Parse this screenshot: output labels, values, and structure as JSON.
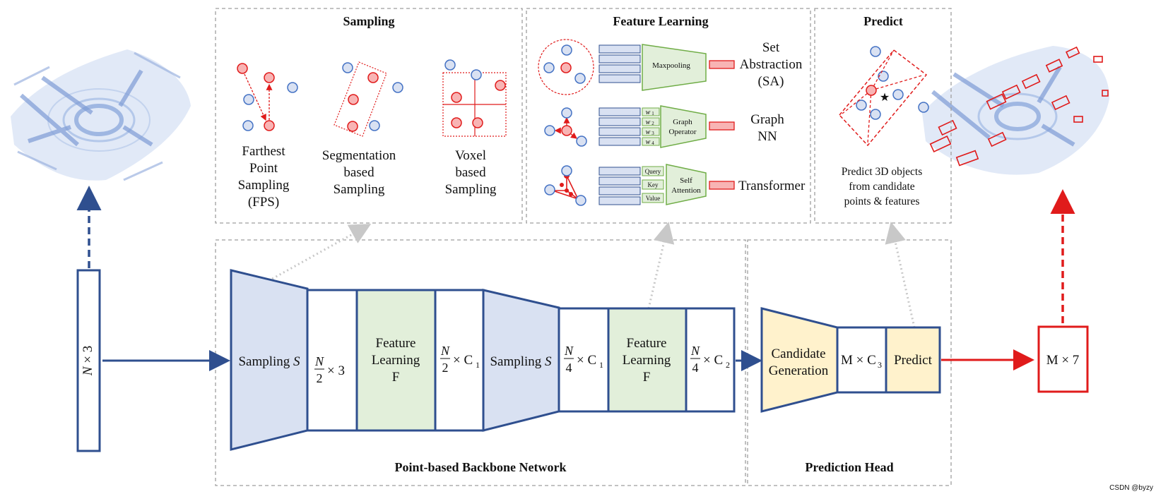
{
  "colors": {
    "dark_blue": "#2F4F8F",
    "light_blue_fill": "#D9E1F2",
    "light_green_fill": "#E2EFDA",
    "light_orange_fill": "#FFF2CC",
    "red": "#E01B1B",
    "dashed_gray": "#9E9E9E",
    "point_blue": "#8FAADC",
    "point_red_fill": "#F8B4B4"
  },
  "sampling_panel": {
    "title": "Sampling",
    "fps": [
      "Farthest",
      "Point",
      "Sampling",
      "(FPS)"
    ],
    "seg": [
      "Segmentation",
      "based",
      "Sampling"
    ],
    "voxel": [
      "Voxel",
      "based",
      "Sampling"
    ]
  },
  "feature_panel": {
    "title": "Feature Learning",
    "rows": [
      {
        "op": "Maxpooling",
        "label": [
          "Set",
          "Abstraction",
          "(SA)"
        ]
      },
      {
        "op": [
          "Graph",
          "Operator"
        ],
        "weights": [
          "w",
          "w",
          "w",
          "w"
        ],
        "weight_subs": [
          "1",
          "2",
          "3",
          "4"
        ],
        "label": [
          "Graph",
          "NN"
        ]
      },
      {
        "op": [
          "Self",
          "Attention"
        ],
        "qkv": [
          "Query",
          "Key",
          "Value"
        ],
        "label": [
          "Transformer"
        ]
      }
    ]
  },
  "predict_panel": {
    "title": "Predict",
    "caption": [
      "Predict 3D objects",
      "from candidate",
      "points & features"
    ]
  },
  "input_block": {
    "label_var": "N",
    "label_rest": " × 3"
  },
  "backbone": {
    "title": "Point-based Backbone Network",
    "sampling1": {
      "text": "Sampling ",
      "var": "S"
    },
    "block1": {
      "num": "N",
      "den": "2",
      "rest": "× 3"
    },
    "feature1": [
      "Feature",
      "Learning",
      "F"
    ],
    "block2": {
      "num": "N",
      "den": "2",
      "rest": "× C",
      "sub": "1"
    },
    "sampling2": {
      "text": "Sampling ",
      "var": "S"
    },
    "block3": {
      "num": "N",
      "den": "4",
      "rest": "× C",
      "sub": "1"
    },
    "feature2": [
      "Feature",
      "Learning",
      "F"
    ],
    "block4": {
      "num": "N",
      "den": "4",
      "rest": "× C",
      "sub": "2"
    }
  },
  "prediction_head": {
    "title": "Prediction Head",
    "candidate": [
      "Candidate",
      "Generation"
    ],
    "mc3": {
      "text": "M × C",
      "sub": "3"
    },
    "predict": "Predict"
  },
  "output_block": {
    "label": "M × 7"
  },
  "watermark": "CSDN @byzy"
}
